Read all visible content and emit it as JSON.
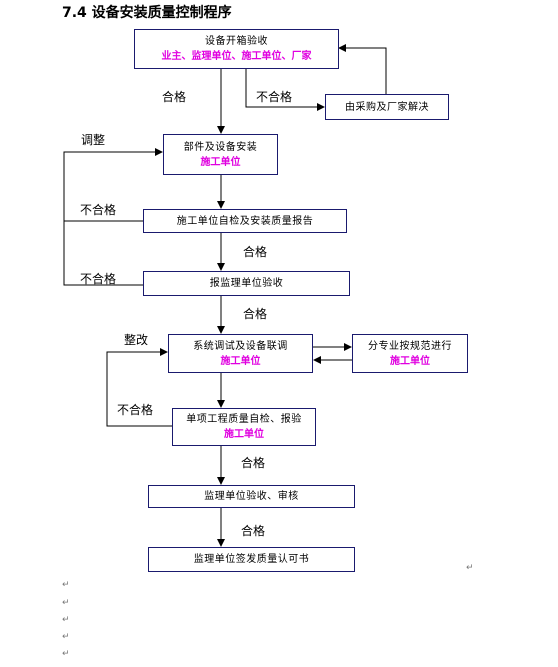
{
  "title": "7.4 设备安装质量控制程序",
  "boxes": {
    "open_box_inspection": {
      "main": "设备开箱验收",
      "sub": "业主、监理单位、施工单位、厂家"
    },
    "vendor_resolve": {
      "main": "由采购及厂家解决"
    },
    "component_install": {
      "main": "部件及设备安装",
      "sub": "施工单位"
    },
    "self_check_report": {
      "main": "施工单位自检及安装质量报告"
    },
    "report_supervision": {
      "main": "报监理单位验收"
    },
    "system_debug": {
      "main": "系统调试及设备联调",
      "sub": "施工单位"
    },
    "by_discipline": {
      "main": "分专业按规范进行",
      "sub": "施工单位"
    },
    "single_item_check": {
      "main": "单项工程质量自检、报验",
      "sub": "施工单位"
    },
    "supervision_acceptance": {
      "main": "监理单位验收、审核"
    },
    "quality_certificate": {
      "main": "监理单位签发质量认可书"
    }
  },
  "labels": {
    "pass_1": "合格",
    "fail_1": "不合格",
    "adjust": "调整",
    "fail_2": "不合格",
    "pass_2": "合格",
    "fail_3": "不合格",
    "pass_3": "合格",
    "rectify": "整改",
    "fail_4": "不合格",
    "pass_4": "合格",
    "pass_5": "合格"
  },
  "paragraph_mark": "↵"
}
